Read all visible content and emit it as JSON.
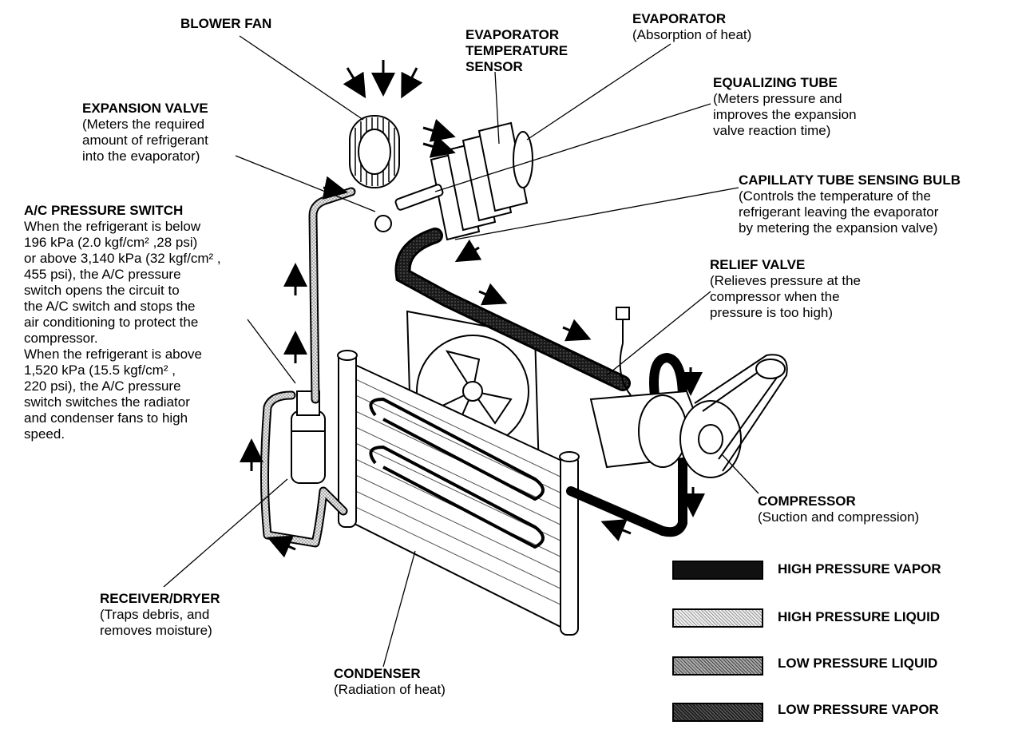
{
  "labels": {
    "blower_fan": {
      "title": "BLOWER FAN"
    },
    "evaporator": {
      "title": "EVAPORATOR",
      "desc": "(Absorption of heat)"
    },
    "evap_temp_sensor": {
      "title": "EVAPORATOR\nTEMPERATURE\nSENSOR"
    },
    "equalizing_tube": {
      "title": "EQUALIZING TUBE",
      "desc": "(Meters pressure and\nimproves the expansion\nvalve reaction time)"
    },
    "expansion_valve": {
      "title": "EXPANSION VALVE",
      "desc": "(Meters the required\namount of refrigerant\ninto the evaporator)"
    },
    "capillary_bulb": {
      "title": "CAPILLATY TUBE SENSING BULB",
      "desc": "(Controls the temperature of the\nrefrigerant leaving the evaporator\nby metering the expansion valve)"
    },
    "ac_pressure_switch": {
      "title": "A/C PRESSURE SWITCH",
      "desc": "When the refrigerant is below\n196 kPa (2.0 kgf/cm² ,28 psi)\nor above 3,140 kPa (32 kgf/cm² ,\n455 psi), the A/C pressure\nswitch opens the circuit to\nthe A/C switch and stops the\nair conditioning to protect the\ncompressor.\nWhen the refrigerant is above\n1,520 kPa (15.5 kgf/cm² ,\n220 psi), the A/C pressure\nswitch switches the radiator\nand condenser fans to high\nspeed."
    },
    "relief_valve": {
      "title": "RELIEF VALVE",
      "desc": "(Relieves pressure at the\ncompressor when the\npressure is too high)"
    },
    "compressor": {
      "title": "COMPRESSOR",
      "desc": "(Suction and compression)"
    },
    "receiver_dryer": {
      "title": "RECEIVER/DRYER",
      "desc": "(Traps debris, and\nremoves moisture)"
    },
    "condenser": {
      "title": "CONDENSER",
      "desc": "(Radiation of heat)"
    }
  },
  "legend": [
    {
      "label": "HIGH PRESSURE VAPOR",
      "fill": "#111111"
    },
    {
      "label": "HIGH PRESSURE LIQUID",
      "fill": "#d8d8d8"
    },
    {
      "label": "LOW PRESSURE LIQUID",
      "fill": "#8a8a8a"
    },
    {
      "label": "LOW PRESSURE VAPOR",
      "fill": "#2a2a2a"
    }
  ]
}
